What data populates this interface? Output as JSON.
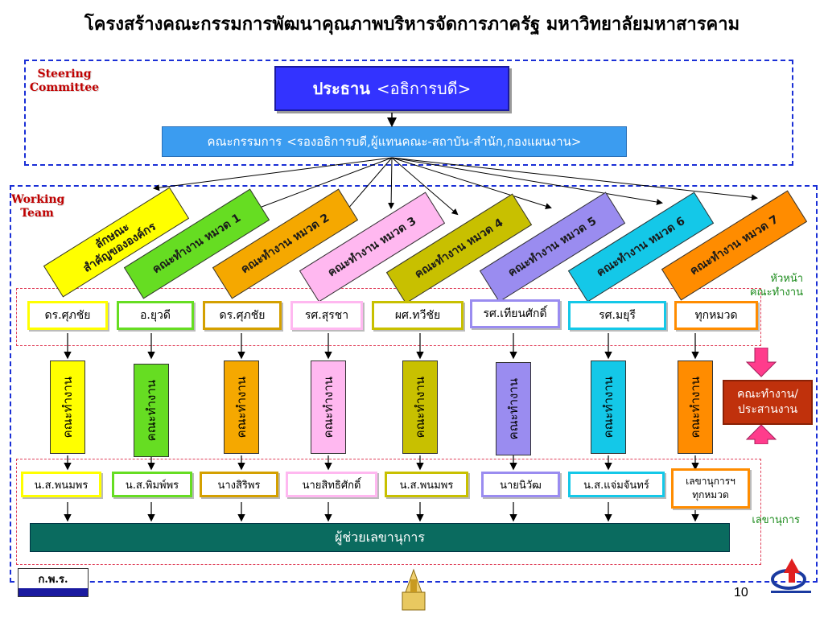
{
  "title": "โครงสร้างคณะกรรมการพัฒนาคุณภาพบริหารจัดการภาครัฐ มหาวิทยาลัยมหาสารคาม",
  "steering_label": "Steering\nCommittee",
  "working_label": "Working\nTeam",
  "chairman": {
    "label": "ประธาน",
    "detail": "<อธิการบดี>"
  },
  "committee": {
    "label": "คณะกรรมการ",
    "detail": "<รองอธิการบดี,ผู้แทนคณะ-สถาบัน-สำนัก,กองแผนงาน>"
  },
  "categories": [
    {
      "label": "ลักษณะ\nสำคัญขององค์กร",
      "color": "#ffff00"
    },
    {
      "label": "คณะทำงาน หมวด 1",
      "color": "#66dd22"
    },
    {
      "label": "คณะทำงาน หมวด 2",
      "color": "#f5a800"
    },
    {
      "label": "คณะทำงาน หมวด 3",
      "color": "#ffb8f0"
    },
    {
      "label": "คณะทำงาน หมวด 4",
      "color": "#c8c000"
    },
    {
      "label": "คณะทำงาน หมวด 5",
      "color": "#9a8cf0"
    },
    {
      "label": "คณะทำงาน หมวด 6",
      "color": "#14c8e8"
    },
    {
      "label": "คณะทำงาน หมวด 7",
      "color": "#ff8c00"
    }
  ],
  "heads_label": "หัวหน้า\nคณะทำงาน",
  "heads": [
    {
      "name": "ดร.ศุภชัย",
      "color": "#ffff00"
    },
    {
      "name": "อ.ยุวดี",
      "color": "#66dd22"
    },
    {
      "name": "ดร.ศุภชัย",
      "color": "#d4a000"
    },
    {
      "name": "รศ.สุรชา",
      "color": "#ffb8f0"
    },
    {
      "name": "ผศ.ทวีชัย",
      "color": "#c8c000"
    },
    {
      "name": "รศ.เทียนศักดิ์",
      "color": "#9a8cf0"
    },
    {
      "name": "รศ.มยุรี",
      "color": "#14c8e8"
    },
    {
      "name": "ทุกหมวด",
      "color": "#ff8c00"
    }
  ],
  "teams": [
    {
      "label": "คณะทำงาน",
      "color": "#ffff00"
    },
    {
      "label": "คณะทำงาน",
      "color": "#66dd22"
    },
    {
      "label": "คณะทำงาน",
      "color": "#f5a800"
    },
    {
      "label": "คณะทำงาน",
      "color": "#ffb8f0"
    },
    {
      "label": "คณะทำงาน",
      "color": "#c8c000"
    },
    {
      "label": "คณะทำงาน",
      "color": "#9a8cf0"
    },
    {
      "label": "คณะทำงาน",
      "color": "#14c8e8"
    },
    {
      "label": "คณะทำงาน",
      "color": "#ff8c00"
    }
  ],
  "coordination": "คณะทำงาน/\nประสานงาน",
  "secretaries": [
    {
      "name": "น.ส.พนมพร",
      "color": "#ffff00"
    },
    {
      "name": "น.ส.พิมพ์พร",
      "color": "#66dd22"
    },
    {
      "name": "นางสิริพร",
      "color": "#d4a000"
    },
    {
      "name": "นายสิทธิศักดิ์",
      "color": "#ffb8f0"
    },
    {
      "name": "น.ส.พนมพร",
      "color": "#c8c000"
    },
    {
      "name": "นายนิวัฒ",
      "color": "#9a8cf0"
    },
    {
      "name": "น.ส.แจ่มจันทร์",
      "color": "#14c8e8"
    },
    {
      "name": "เลขานุการฯ\nทุกหมวด",
      "color": "#ff8c00"
    }
  ],
  "secretary_label": "เลขานุการ",
  "assistant": "ผู้ช่วยเลขานุการ",
  "logo_left": "ก.พ.ร.",
  "page_number": "10"
}
